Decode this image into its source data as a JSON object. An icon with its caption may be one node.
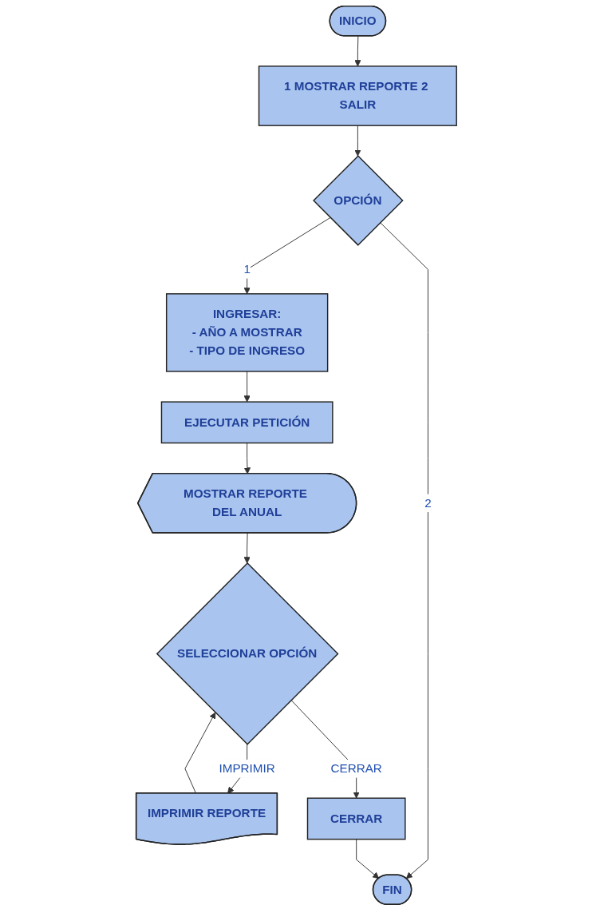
{
  "diagram": {
    "nodes": [
      {
        "text": [
          "INICIO"
        ]
      },
      {
        "text": [
          "1 MOSTRAR REPORTE 2 SALIR"
        ]
      },
      {
        "text": [
          "OPCIÓN"
        ]
      },
      {
        "text": [
          "INGRESAR:",
          "- AÑO A MOSTRAR",
          "- TIPO DE INGRESO"
        ]
      },
      {
        "text": [
          "EJECUTAR PETICIÓN"
        ]
      },
      {
        "text": [
          "MOSTRAR REPORTE DEL ANUAL"
        ]
      },
      {
        "text": [
          "SELECCIONAR OPCIÓN"
        ]
      },
      {
        "text": [
          "IMPRIMIR REPORTE"
        ]
      },
      {
        "text": [
          "CERRAR"
        ]
      },
      {
        "text": [
          "FIN"
        ]
      }
    ],
    "edges": [
      {
        "from": 0,
        "to": 1,
        "arrow": "to"
      },
      {
        "from": 1,
        "to": 2,
        "arrow": "to"
      },
      {
        "from": 2,
        "to": 3,
        "label": "1",
        "arrow": "to"
      },
      {
        "from": 2,
        "to": 9,
        "label": "2",
        "arrow": "to"
      },
      {
        "from": 3,
        "to": 4,
        "arrow": "to"
      },
      {
        "from": 4,
        "to": 5,
        "arrow": "to"
      },
      {
        "from": 5,
        "to": 6,
        "arrow": "to"
      },
      {
        "from": 6,
        "to": 7,
        "label": "IMPRIMIR",
        "arrow": "to"
      },
      {
        "from": 7,
        "to": 6,
        "arrow": "to"
      },
      {
        "from": 6,
        "to": 8,
        "label": "CERRAR",
        "arrow": "to"
      },
      {
        "from": 8,
        "to": 9,
        "arrow": "to"
      }
    ]
  }
}
